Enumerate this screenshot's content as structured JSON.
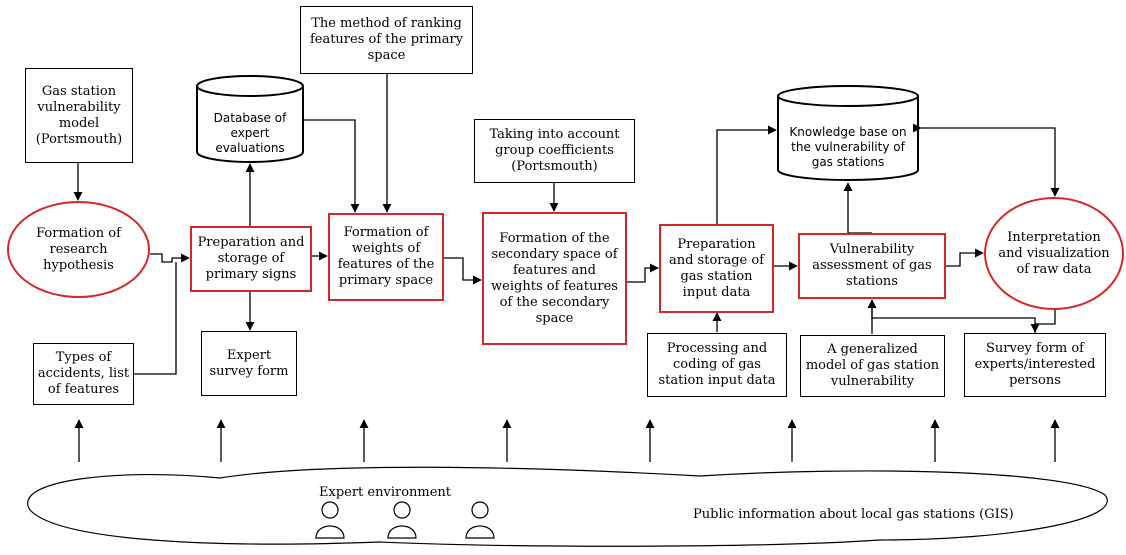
{
  "nodes": {
    "gas_station_model": "Gas station vulnerability model (Portsmouth)",
    "formation_hypothesis": "Formation of research hypothesis",
    "types_accidents": "Types of accidents, list of features",
    "database_expert": "Database of expert evaluations",
    "ranking_method": "The method of ranking features of the primary space",
    "prep_primary": "Preparation and storage of primary signs",
    "expert_survey": "Expert survey form",
    "formation_weights": "Formation of weights of features of the primary space",
    "group_coeff": "Taking into account group coefficients (Portsmouth)",
    "formation_secondary": "Formation of the secondary space of features and weights of features of the secondary space",
    "prep_input": "Preparation and storage of gas station input data",
    "processing_coding": "Processing and coding of gas station input data",
    "knowledge_base": "Knowledge base on the vulnerability of gas stations",
    "vulnerability_assessment": "Vulnerability assessment of gas stations",
    "generalized_model": "A generalized model of gas station vulnerability",
    "interpretation": "Interpretation and visualization of raw data",
    "survey_interested": "Survey form of experts/interested persons"
  },
  "cloud": {
    "expert_environment": "Expert environment",
    "public_info": "Public information about local gas stations (GIS)"
  },
  "icons": [
    "person-icon",
    "person-icon",
    "person-icon"
  ],
  "colors": {
    "highlight": "#d62728",
    "line": "#000000"
  }
}
